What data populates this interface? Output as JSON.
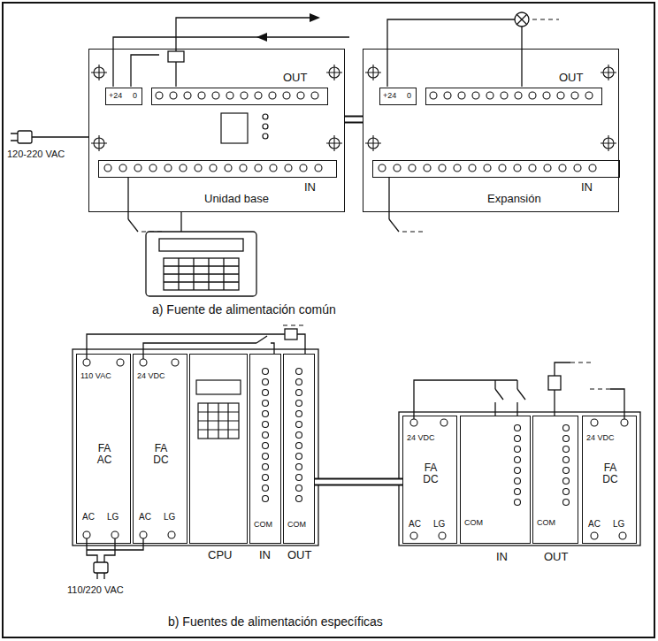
{
  "diagram": {
    "nodes": [
      {
        "text": [
          "Unidad base"
        ]
      },
      {
        "text": [
          "+24",
          "0"
        ],
        "in": 0
      },
      {
        "text": [
          "OUT"
        ],
        "in": 0
      },
      {
        "text": [
          "IN"
        ],
        "in": 0
      },
      {
        "text": [
          "Expansión"
        ]
      },
      {
        "text": [
          "+24",
          "0"
        ],
        "in": 4
      },
      {
        "text": [
          "OUT"
        ],
        "in": 4
      },
      {
        "text": [
          "IN"
        ],
        "in": 4
      },
      {
        "text": [
          "110 VAC",
          "FA AC",
          "AC",
          "LG"
        ]
      },
      {
        "text": [
          "24 VDC",
          "FA DC",
          "AC",
          "LG"
        ]
      },
      {
        "text": [
          "CPU"
        ]
      },
      {
        "text": [
          "COM",
          "IN"
        ]
      },
      {
        "text": [
          "COM",
          "OUT"
        ]
      },
      {
        "text": [
          "24 VDC",
          "FA DC",
          "AC",
          "LG"
        ]
      },
      {
        "text": [
          "COM",
          "IN"
        ]
      },
      {
        "text": [
          "COM",
          "OUT"
        ]
      },
      {
        "text": [
          "24 VDC",
          "FA DC",
          "AC",
          "LG"
        ]
      }
    ],
    "edges": [
      {
        "from": 0,
        "to": 4,
        "arrow": "none"
      },
      {
        "from": 12,
        "to": 13,
        "arrow": "none"
      }
    ],
    "labels": [
      "120-220 VAC",
      "a) Fuente de alimentación común",
      "110/220 VAC",
      "b) Fuentes de alimentación específicas"
    ]
  }
}
